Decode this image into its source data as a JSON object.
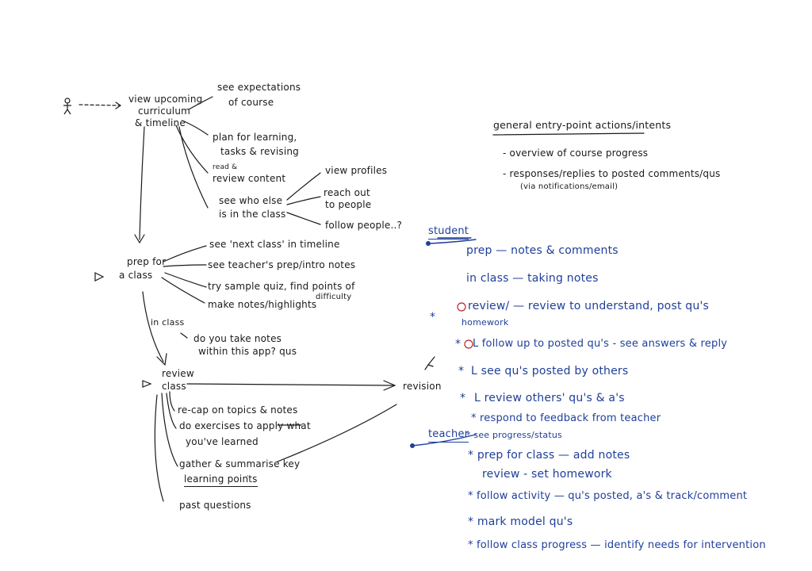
{
  "colors": {
    "ink": "#1a1a1a",
    "blue_ink": "#1f3f9a",
    "red_ink": "#c0202a",
    "paper": "#ffffff"
  },
  "black_notes": {
    "view_curriculum_1": "view upcoming",
    "view_curriculum_2": "curriculum",
    "view_curriculum_3": "& timeline",
    "see_expectations_1": "see expectations",
    "see_expectations_2": "of course",
    "plan_1": "plan for learning,",
    "plan_2": "tasks & revising",
    "review_content_small": "read &",
    "review_content": "review content",
    "see_who_1": "see who else",
    "see_who_2": "is in the class",
    "view_profiles": "view profiles",
    "reach_out_1": "reach out",
    "reach_out_2": "to people",
    "follow_people": "follow people..?",
    "prep_1": "prep for",
    "prep_2": "a class",
    "prep_a": "see 'next class' in timeline",
    "prep_b": "see teacher's prep/intro notes",
    "prep_c_1": "try sample quiz, find points of",
    "prep_c_2": "difficulty",
    "prep_d": "make notes/highlights",
    "in_class": "in class",
    "take_notes_1": "do you take notes",
    "take_notes_2": "within this app? qus",
    "review_class_1": "review",
    "review_class_2": "class",
    "revision": "revision",
    "recap": "re-cap on topics & notes",
    "exercises_1": "do exercises to apply what",
    "exercises_2": "you've learned",
    "gather_1": "gather & summarise key",
    "gather_2": "learning points",
    "past_questions": "past questions"
  },
  "general": {
    "title": "general entry-point actions/intents",
    "item1": "- overview of course progress",
    "item2": "- responses/replies to posted comments/qus",
    "item2_sub": "(via notifications/email)"
  },
  "student": {
    "label": "student",
    "prep": "prep — notes & comments",
    "in_class": "in class — taking notes",
    "review": "review/ — review to understand, post qu's",
    "homework": "homework",
    "follow_up": "L follow up to posted qu's - see answers & reply",
    "see_qus": "L see qu's posted by others",
    "review_others": "L review others' qu's & a's",
    "respond": "* respond to feedback from teacher"
  },
  "teacher": {
    "label": "teacher",
    "sees": "* see progress/status",
    "prep": "* prep for class — add notes",
    "review": "review - set homework",
    "follow_activity": "* follow activity — qu's posted, a's & track/comment",
    "mark": "* mark model qu's",
    "follow_progress": "* follow class progress — identify needs for intervention"
  },
  "icons": [
    "stick-figure-icon",
    "pencil-icon"
  ]
}
